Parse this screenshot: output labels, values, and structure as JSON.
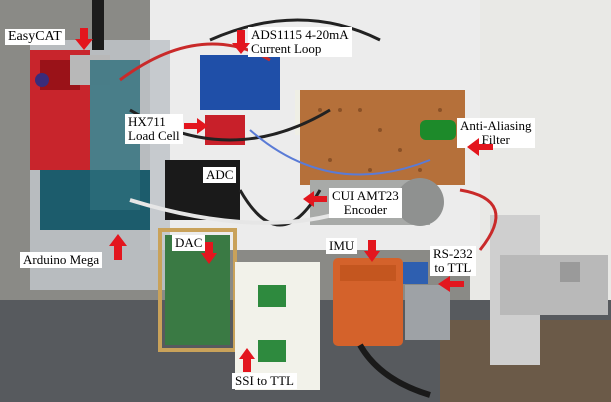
{
  "labels": {
    "easycat": "EasyCAT",
    "ads1115_line1": "ADS1115 4-20mA",
    "ads1115_line2": "Current Loop",
    "hx711_line1": "HX711",
    "hx711_line2": "Load Cell",
    "anti_aliasing_line1": "Anti-Aliasing",
    "anti_aliasing_line2": "Filter",
    "adc": "ADC",
    "cui_line1": "CUI AMT23",
    "cui_line2": "Encoder",
    "arduino_mega": "Arduino Mega",
    "dac": "DAC",
    "imu": "IMU",
    "rs232_line1": "RS-232",
    "rs232_line2": "to TTL",
    "ssi_to_ttl": "SSI to TTL"
  },
  "colors": {
    "arrow": "#e3161e",
    "label_bg": "#ffffff",
    "label_text": "#000000"
  },
  "icons": {
    "arrow": "arrow-icon"
  }
}
